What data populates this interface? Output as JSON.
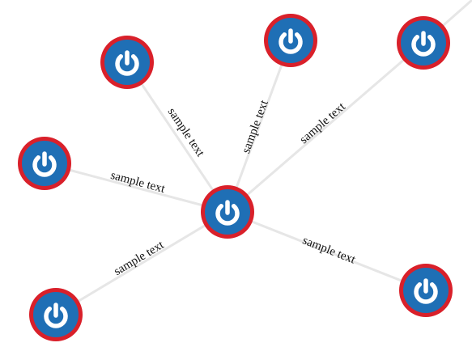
{
  "graph": {
    "colors": {
      "node_ring": "#d9202a",
      "node_fill": "#1f6fb5",
      "node_icon": "#ffffff",
      "edge": "#e6e6e6",
      "label": "#111111"
    },
    "node_icon": "power-icon",
    "nodes": [
      {
        "id": "hub"
      },
      {
        "id": "node-top-left"
      },
      {
        "id": "node-top-center"
      },
      {
        "id": "node-top-right"
      },
      {
        "id": "node-left"
      },
      {
        "id": "node-bottom-left"
      },
      {
        "id": "node-bottom-right"
      }
    ],
    "edges": [
      {
        "from": "hub",
        "to": "node-top-left",
        "label": "sample text"
      },
      {
        "from": "hub",
        "to": "node-top-center",
        "label": "sample text"
      },
      {
        "from": "hub",
        "to": "node-top-right",
        "label": "sample text"
      },
      {
        "from": "hub",
        "to": "node-left",
        "label": "sample text"
      },
      {
        "from": "hub",
        "to": "node-bottom-left",
        "label": "sample text"
      },
      {
        "from": "hub",
        "to": "node-bottom-right",
        "label": "sample text"
      }
    ]
  }
}
